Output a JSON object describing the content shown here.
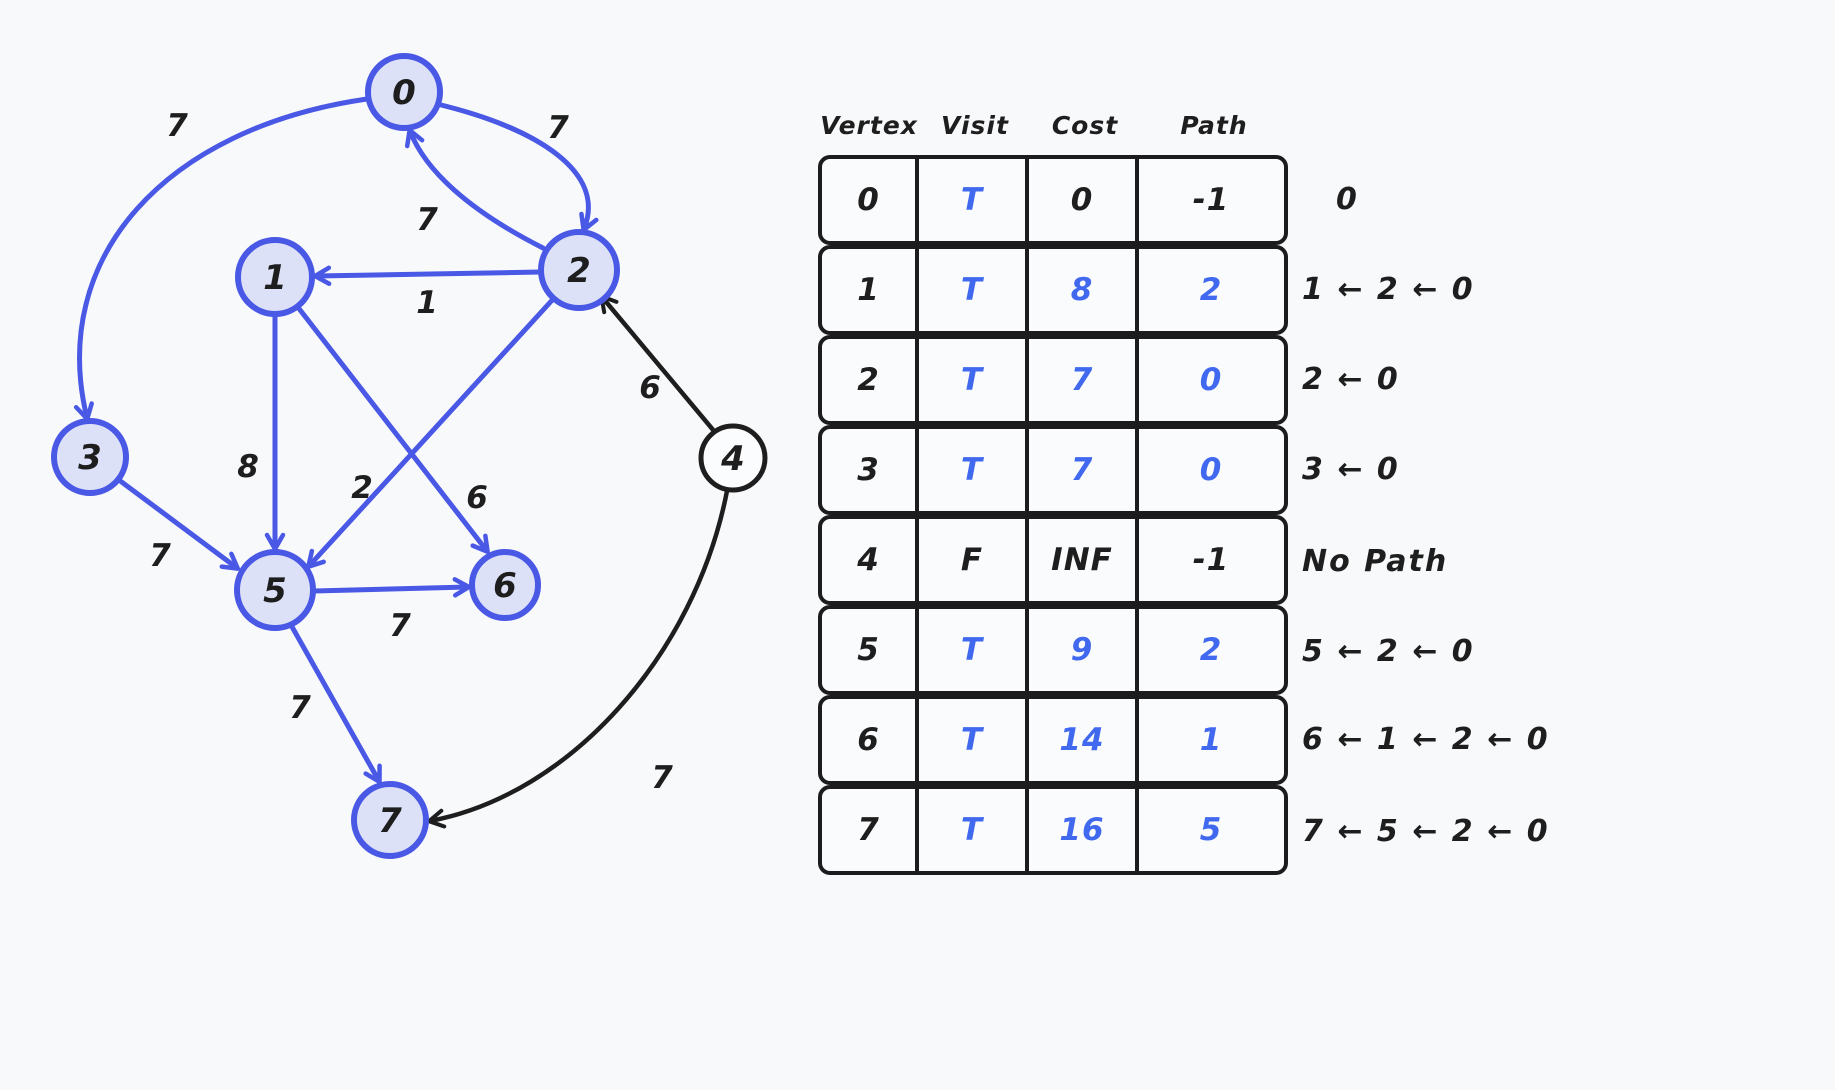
{
  "graph": {
    "colors": {
      "background": "#f8f9fb",
      "node_fill": "#dce1f8",
      "node_stroke": "#4a58e6",
      "edge_blue": "#4a58e6",
      "edge_black": "#1e1e1e",
      "accent_text": "#4169f0"
    },
    "nodes": [
      {
        "id": "0",
        "label": "0"
      },
      {
        "id": "1",
        "label": "1"
      },
      {
        "id": "2",
        "label": "2"
      },
      {
        "id": "3",
        "label": "3"
      },
      {
        "id": "4",
        "label": "4"
      },
      {
        "id": "5",
        "label": "5"
      },
      {
        "id": "6",
        "label": "6"
      },
      {
        "id": "7",
        "label": "7"
      }
    ],
    "edges": [
      {
        "from": "0",
        "to": "2",
        "weight": "7"
      },
      {
        "from": "2",
        "to": "0",
        "weight": "7"
      },
      {
        "from": "0",
        "to": "3",
        "weight": "7"
      },
      {
        "from": "2",
        "to": "1",
        "weight": "1"
      },
      {
        "from": "1",
        "to": "5",
        "weight": "8"
      },
      {
        "from": "2",
        "to": "5",
        "weight": "2"
      },
      {
        "from": "1",
        "to": "6",
        "weight": "6"
      },
      {
        "from": "3",
        "to": "5",
        "weight": "7"
      },
      {
        "from": "5",
        "to": "6",
        "weight": "7"
      },
      {
        "from": "5",
        "to": "7",
        "weight": "7"
      },
      {
        "from": "4",
        "to": "2",
        "weight": "6"
      },
      {
        "from": "4",
        "to": "7",
        "weight": "7"
      }
    ]
  },
  "table": {
    "headers": [
      "Vertex",
      "Visit",
      "Cost",
      "Path"
    ],
    "rows": [
      {
        "vertex": "0",
        "visit": "T",
        "cost": "0",
        "path": "-1",
        "annotation": "0"
      },
      {
        "vertex": "1",
        "visit": "T",
        "cost": "8",
        "path": "2",
        "annotation": "1 ← 2 ← 0"
      },
      {
        "vertex": "2",
        "visit": "T",
        "cost": "7",
        "path": "0",
        "annotation": "2 ← 0"
      },
      {
        "vertex": "3",
        "visit": "T",
        "cost": "7",
        "path": "0",
        "annotation": "3 ← 0"
      },
      {
        "vertex": "4",
        "visit": "F",
        "cost": "INF",
        "path": "-1",
        "annotation": "No Path"
      },
      {
        "vertex": "5",
        "visit": "T",
        "cost": "9",
        "path": "2",
        "annotation": "5 ← 2 ← 0"
      },
      {
        "vertex": "6",
        "visit": "T",
        "cost": "14",
        "path": "1",
        "annotation": "6 ← 1 ← 2 ← 0"
      },
      {
        "vertex": "7",
        "visit": "T",
        "cost": "16",
        "path": "5",
        "annotation": "7 ← 5 ← 2 ← 0"
      }
    ]
  }
}
